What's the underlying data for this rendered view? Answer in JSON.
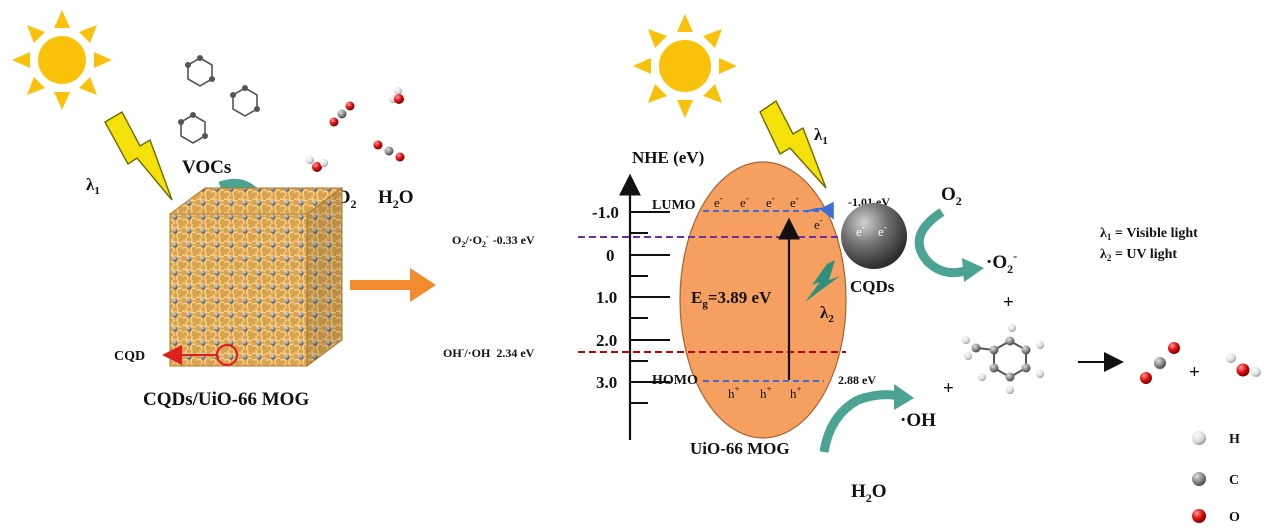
{
  "left_panel": {
    "lambda1": "λ",
    "lambda1_sub": "1",
    "vocs": "VOCs",
    "co2_main": "CO",
    "co2_sub": "2",
    "h2o_h": "H",
    "h2o_sub": "2",
    "h2o_o": "O",
    "cqd_label": "CQD",
    "caption": "CQDs/UiO-66 MOG"
  },
  "band_diagram": {
    "axis_title": "NHE (eV)",
    "ticks": [
      "-1.0",
      "0",
      "1.0",
      "2.0",
      "3.0"
    ],
    "lumo": "LUMO",
    "homo": "HOMO",
    "lumo_value": "-1.01 eV",
    "homo_value": "2.88 eV",
    "eg_main": "E",
    "eg_sub": "g",
    "eg_value": "=3.89 eV",
    "mog_label": "UiO-66 MOG",
    "lambda1": "λ",
    "lambda1_sub": "1",
    "lambda2": "λ",
    "lambda2_sub": "2",
    "cqds_label": "CQDs",
    "electron": "e",
    "electron_sup": "-",
    "hole": "h",
    "hole_sup": "+",
    "o2_couple_a": "O",
    "o2_couple_a_sub": "2",
    "o2_couple_b": "/·O",
    "o2_couple_b_sub": "2",
    "o2_couple_b_sup": "-",
    "o2_couple_value": "-0.33 eV",
    "oh_couple_a": "OH",
    "oh_couple_a_sup": "-",
    "oh_couple_b": "/·OH",
    "oh_couple_value": "2.34 eV"
  },
  "reactions": {
    "o2_main": "O",
    "o2_sub": "2",
    "superoxide_main": "·O",
    "superoxide_sub": "2",
    "superoxide_sup": "-",
    "plus": "+",
    "oh_radical": "·OH",
    "h2o_h": "H",
    "h2o_sub": "2",
    "h2o_o": "O"
  },
  "legend": {
    "lambda": "λ",
    "l1_sub": "1",
    "l1_text": " = Visible light",
    "l2_sub": "2",
    "l2_text": " = UV light",
    "atoms": [
      "H",
      "C",
      "O"
    ]
  },
  "colors": {
    "sun": "#f9c20a",
    "lightning": "#f5e10a",
    "arrow_orange": "#f28a2e",
    "teal": "#4aa393",
    "ellipse": "#f5a060",
    "lumo_dash": "#3b6fd4",
    "o2_dash": "#7030a0",
    "oh_dash": "#c00000",
    "red_pointer": "#e02020"
  }
}
